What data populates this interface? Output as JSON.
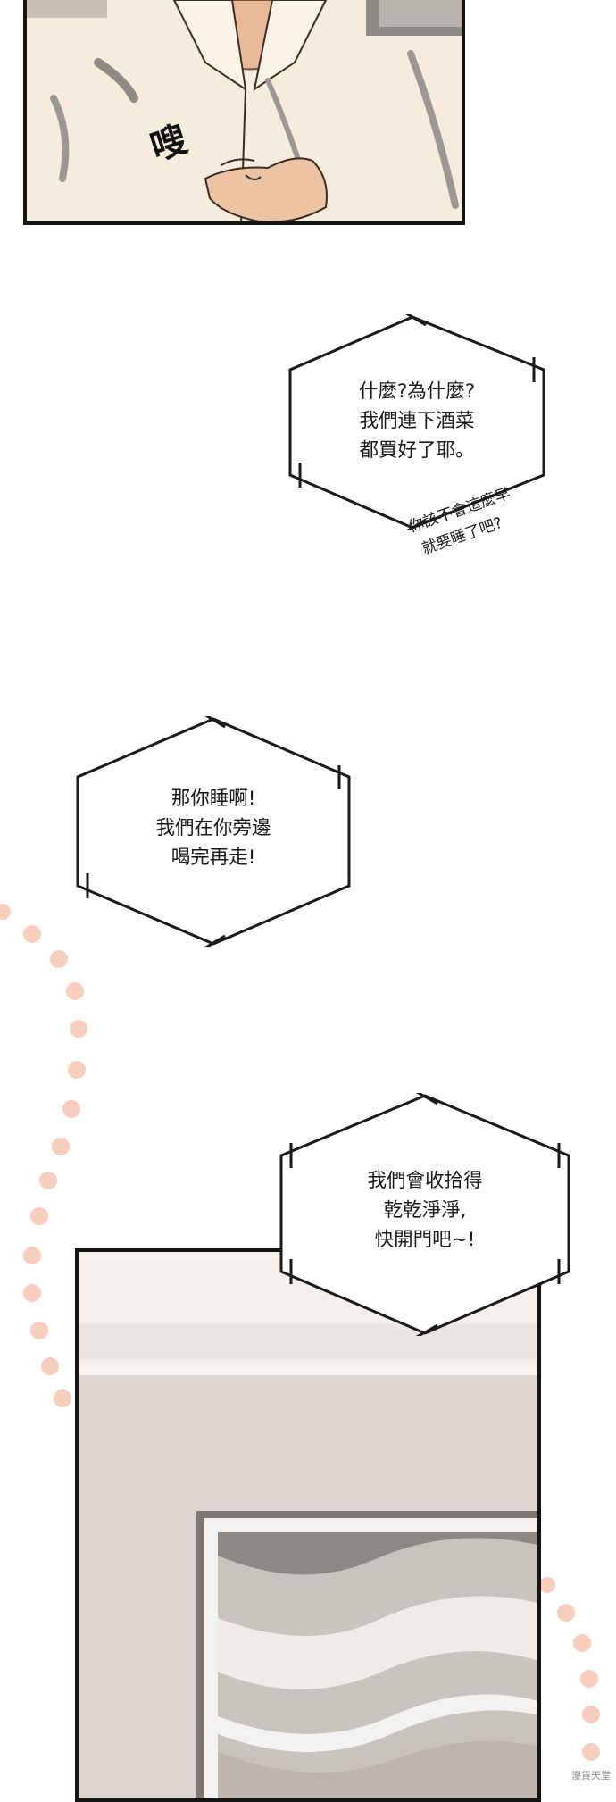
{
  "panels": {
    "top": {
      "sfx": "嗖"
    }
  },
  "bubbles": [
    {
      "lines": [
        "什麼?為什麼?",
        "我們連下酒菜",
        "都買好了耶。"
      ]
    },
    {
      "lines": [
        "那你睡啊!",
        "我們在你旁邊",
        "喝完再走!"
      ]
    },
    {
      "lines": [
        "我們會收拾得",
        "乾乾淨淨,",
        "快開門吧~!"
      ]
    }
  ],
  "aside": {
    "lines": [
      "你該不會這麼早",
      "就要睡了吧?"
    ]
  },
  "watermark": "漫貨天堂",
  "colors": {
    "panel_border": "#141414",
    "shirt": "#f6ecde",
    "skin": "#e9b896",
    "dots": "#f7cdbd",
    "room_wall": "#ede7e2"
  }
}
